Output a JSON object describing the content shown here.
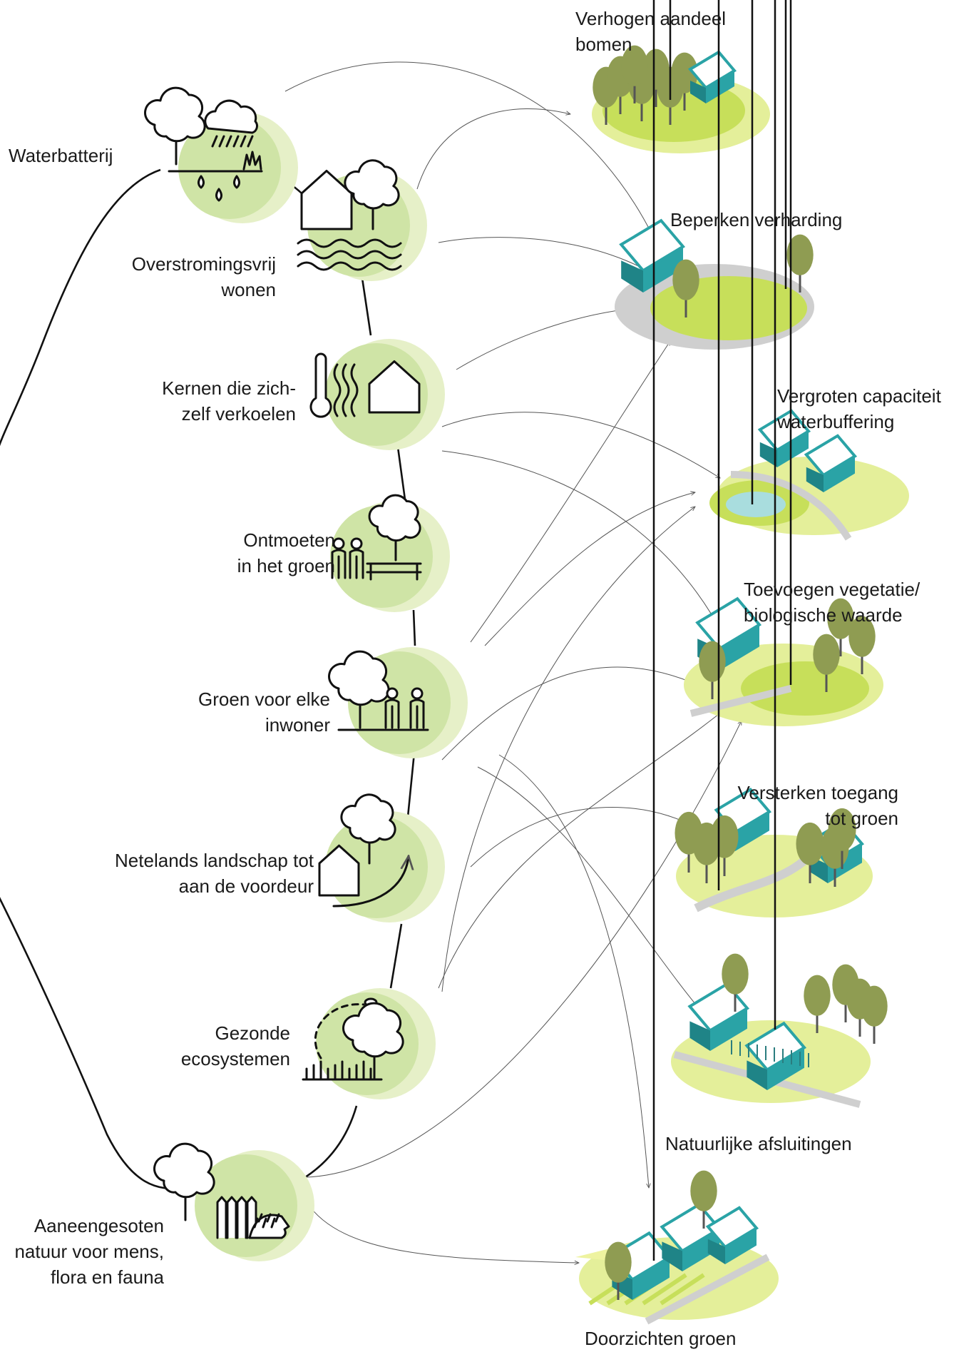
{
  "themes": [
    {
      "id": "waterbatterij",
      "lines": [
        "Waterbatterij"
      ],
      "icon": "rain-tree-icon"
    },
    {
      "id": "overstromingsvrij",
      "lines": [
        "Overstromingsvrij",
        "wonen"
      ],
      "icon": "house-waves-icon"
    },
    {
      "id": "verkoelen",
      "lines": [
        "Kernen die zich-",
        "zelf verkoelen"
      ],
      "icon": "thermometer-house-icon"
    },
    {
      "id": "ontmoeten",
      "lines": [
        "Ontmoeten",
        "in het groen"
      ],
      "icon": "people-bench-icon"
    },
    {
      "id": "groen-inwoner",
      "lines": [
        "Groen voor elke",
        "inwoner"
      ],
      "icon": "tree-people-icon"
    },
    {
      "id": "netelands",
      "lines": [
        "Netelands landschap tot",
        "aan de voordeur"
      ],
      "icon": "house-tree-arrow-icon"
    },
    {
      "id": "ecosystemen",
      "lines": [
        "Gezonde",
        "ecosystemen"
      ],
      "icon": "bee-tree-icon"
    },
    {
      "id": "aaneengesloten",
      "lines": [
        "Aaneengesoten",
        "natuur voor mens,",
        "flora en fauna"
      ],
      "icon": "hedgehog-fence-icon"
    }
  ],
  "measures": [
    {
      "id": "bomen",
      "lines": [
        "Verhogen aandeel",
        "bomen"
      ],
      "pin": "tree-plus-icon"
    },
    {
      "id": "verharding",
      "lines": [
        "Beperken verharding"
      ],
      "pin": "grass-drop-icon"
    },
    {
      "id": "waterbuffering",
      "lines": [
        "Vergroten capaciteit",
        "waterbuffering"
      ],
      "pin": "water-drop-icon"
    },
    {
      "id": "vegetatie",
      "lines": [
        "Toevoegen vegetatie/",
        "biologische waarde"
      ],
      "pin": "bee-grass-icon"
    },
    {
      "id": "toegang",
      "lines": [
        "Versterken toegang",
        "tot groen"
      ],
      "pin": "walker-tree-icon"
    },
    {
      "id": "afsluitingen",
      "lines": [
        "Natuurlijke afsluitingen"
      ],
      "pin": "fence-rabbit-icon"
    },
    {
      "id": "doorzichten",
      "lines": [
        "Doorzichten groen"
      ],
      "pin": "eye-arrow-icon"
    }
  ],
  "colors": {
    "circle_light": "#e6f0c8",
    "circle_mid": "#cfe4a6",
    "grass": "#c7df5a",
    "grass_light": "#e4ef9a",
    "tree": "#8f9c52",
    "teal": "#2aa3a6",
    "pavement": "#cfcfcf",
    "water": "#a9ddde",
    "line": "#111111",
    "arrow": "#555555"
  }
}
